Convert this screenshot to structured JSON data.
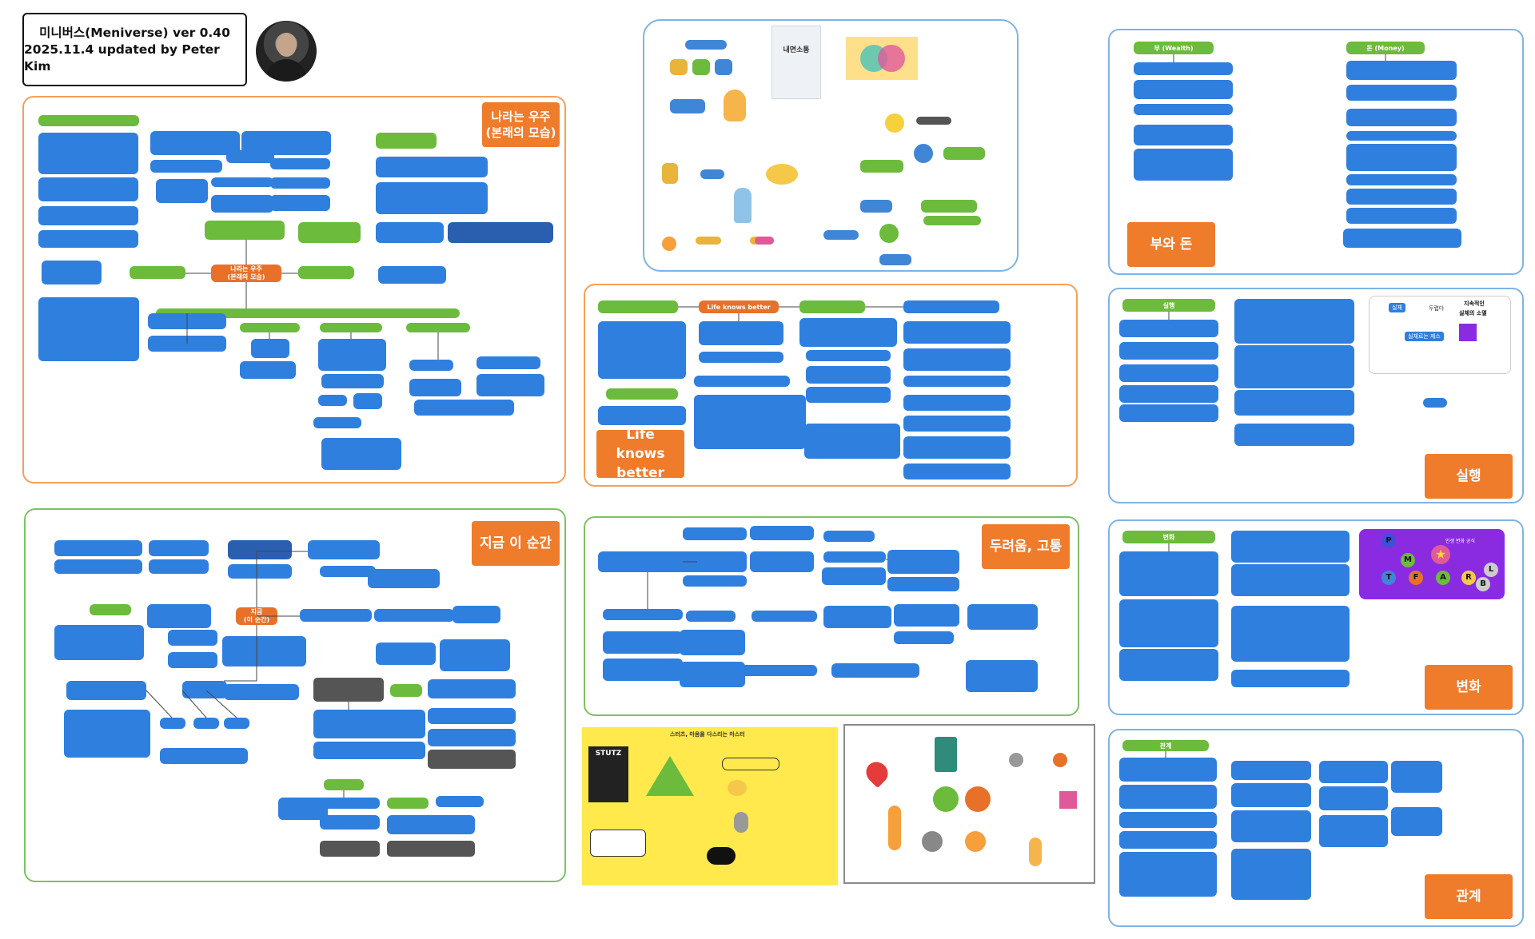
{
  "header": {
    "title_line1": "미니버스(Meniverse) ver 0.40",
    "title_line2": "2025.11.4 updated by Peter Kim"
  },
  "sections": {
    "universe": {
      "tag_line1": "나라는 우주",
      "tag_line2": "(본래의 모습)",
      "center_line1": "나라는 우주",
      "center_line2": "(본래의 모습)"
    },
    "now": {
      "tag": "지금 이 순간",
      "center_line1": "지금",
      "center_line2": "(이 순간)"
    },
    "life": {
      "tag_line1": "Life knows",
      "tag_line2": "better",
      "node_main": "Life knows better"
    },
    "fear": {
      "tag": "두려움, 고통"
    },
    "wealth": {
      "tag": "부와 돈",
      "node_left": "부 (Wealth)",
      "node_right": "돈 (Money)"
    },
    "practice": {
      "tag": "실행",
      "node": "실행",
      "diagram_line1": "실체",
      "diagram_line2": "두렵다",
      "diagram_line3": "지속적인",
      "diagram_line4": "실체의 소멸",
      "diagram_line5": "실체로는 제스"
    },
    "change": {
      "tag": "변화",
      "node": "변화",
      "diagram_title": "인생 변화 공식"
    },
    "relation": {
      "tag": "관계",
      "node": "관계"
    }
  },
  "thumbnails": {
    "book_title": "내면소통",
    "stutz_title": "스터츠, 마음을 다스리는 마스터",
    "stutz_cover": "STUTZ"
  },
  "formula_letters": [
    "P",
    "M",
    "T",
    "F",
    "A",
    "R",
    "L",
    "B"
  ],
  "colors": {
    "orange": "#ee7c2b",
    "blue_node": "#2f7fde",
    "green_node": "#6cbb3c",
    "purple": "#8a2be2"
  }
}
